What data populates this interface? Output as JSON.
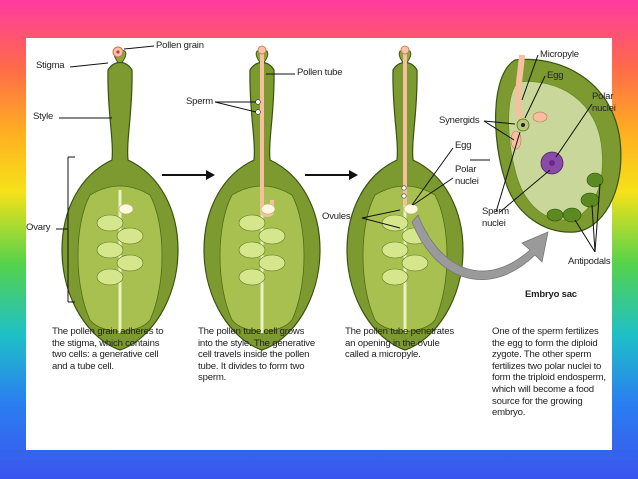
{
  "labels": {
    "pollen_grain": "Pollen grain",
    "stigma": "Stigma",
    "style": "Style",
    "ovary": "Ovary",
    "pollen_tube": "Pollen tube",
    "sperm": "Sperm",
    "ovules": "Ovules",
    "egg_mid": "Egg",
    "polar_nuclei_mid_1": "Polar",
    "polar_nuclei_mid_2": "nuclei",
    "micropyle": "Micropyle",
    "egg_right": "Egg",
    "synergids": "Synergids",
    "polar_nuclei_right_1": "Polar",
    "polar_nuclei_right_2": "nuclei",
    "sperm_nuclei_1": "Sperm",
    "sperm_nuclei_2": "nuclei",
    "antipodals": "Antipodals",
    "embryo_sac": "Embryo sac"
  },
  "captions": {
    "c1": [
      "The pollen grain adheres to",
      "the stigma, which contains",
      "two cells: a generative cell",
      "and a tube cell."
    ],
    "c2": [
      "The pollen tube cell grows",
      "into the style. The generative",
      "cell travels inside the pollen",
      "tube. It divides to form two",
      "sperm."
    ],
    "c3": [
      "The pollen tube penetrates",
      "an opening in the ovule",
      "called a micropyle."
    ],
    "c4": [
      "One of the sperm fertilizes",
      "the egg to form the diploid",
      "zygote. The other sperm",
      "fertilizes two polar nuclei to",
      "form the triploid endosperm,",
      "which will become a food",
      "source for the growing",
      "embryo."
    ]
  },
  "colors": {
    "tissue": "#8aa838",
    "tissue_dark": "#3f5a10",
    "ovule": "#cfe38a",
    "pollen_tube": "#f6bfa0",
    "embryo_sac_fill": "#c9d89a",
    "nucleus": "#8a4aa8"
  }
}
